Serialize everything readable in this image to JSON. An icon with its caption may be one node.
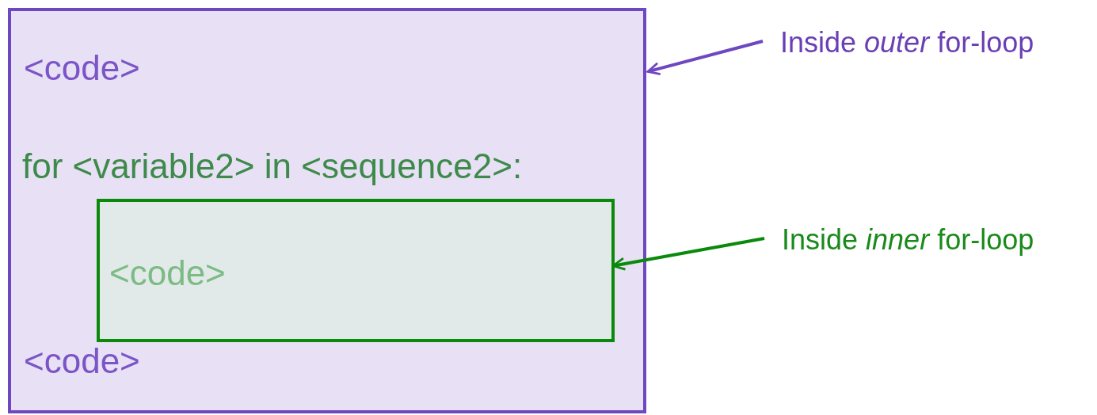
{
  "diagram": {
    "nodes": [
      {
        "text": [
          "<code>",
          "for <variable2> in <sequence2>:",
          "<code>"
        ]
      },
      {
        "text": [
          "<code>"
        ],
        "in": 0
      },
      {
        "text": [
          "Inside *outer* for-loop"
        ]
      },
      {
        "text": [
          "Inside *inner* for-loop"
        ]
      }
    ],
    "edges": [
      {
        "from": 2,
        "to": 0,
        "arrow": "to",
        "color": "#6f47c0"
      },
      {
        "from": 3,
        "to": 1,
        "arrow": "to",
        "color": "#0a8a0a"
      }
    ]
  }
}
